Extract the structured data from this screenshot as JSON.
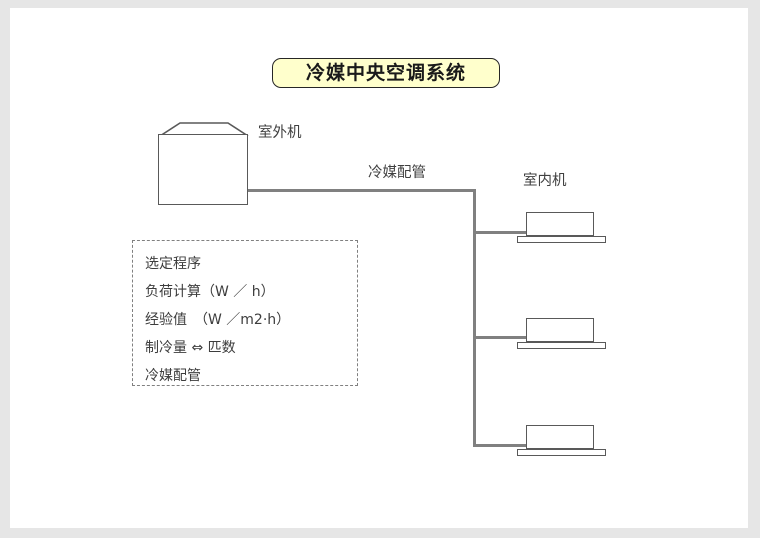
{
  "diagram": {
    "title": "冷媒中央空调系统",
    "labels": {
      "outdoor_unit": "室外机",
      "refrigerant_piping": "冷媒配管",
      "indoor_unit": "室内机"
    },
    "note_box": {
      "lines": [
        "选定程序",
        "负荷计算（W ／ h）",
        "经验值　（W ／m2·h）",
        "制冷量 ⇔ 匹数",
        "冷媒配管"
      ]
    },
    "colors": {
      "title_fill": "#ffffcc",
      "title_border": "#262626",
      "pipe": "#808080",
      "outline": "#595959",
      "page": "#ffffff",
      "backdrop": "#e6e6e6"
    }
  }
}
